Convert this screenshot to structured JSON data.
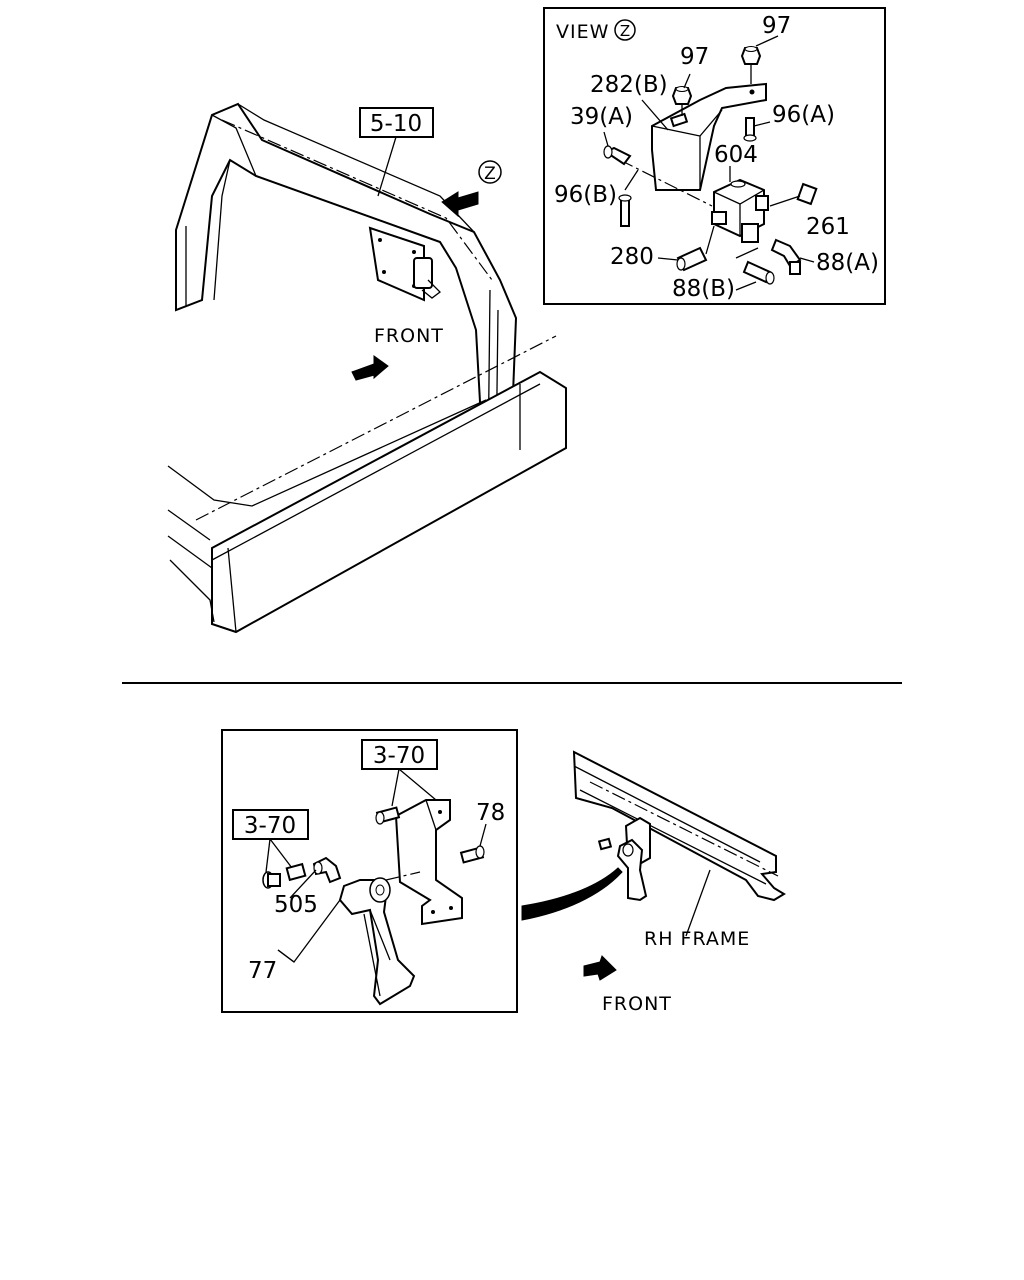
{
  "top_section": {
    "ref_box_label": "5-10",
    "view_marker": "Z",
    "front_label": "FRONT",
    "inset": {
      "view_prefix": "VIEW",
      "view_letter": "Z",
      "callouts": {
        "c97_top": "97",
        "c97_mid": "97",
        "c282b": "282(B)",
        "c39a": "39(A)",
        "c96a": "96(A)",
        "c604": "604",
        "c96b": "96(B)",
        "c261": "261",
        "c280": "280",
        "c88a": "88(A)",
        "c88b": "88(B)"
      }
    }
  },
  "bottom_section": {
    "inset": {
      "ref_box_a": "3-70",
      "ref_box_b": "3-70",
      "c78": "78",
      "c505": "505",
      "c77": "77"
    },
    "frame_label": "RH FRAME",
    "front_label": "FRONT"
  }
}
